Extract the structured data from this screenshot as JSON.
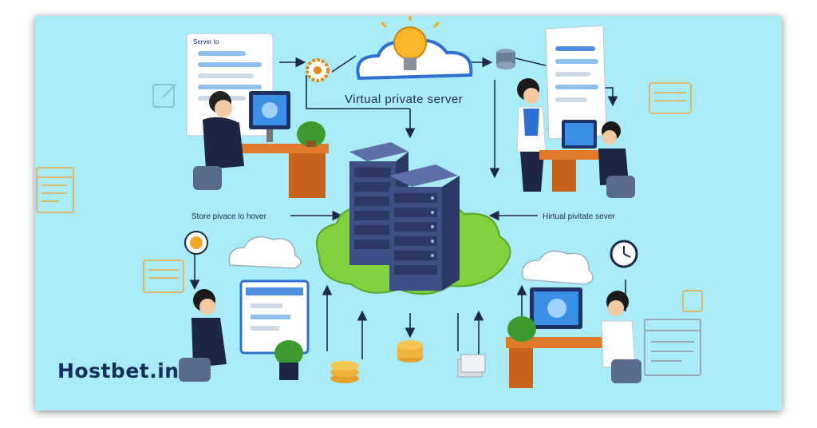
{
  "diagram": {
    "title": "Virtual  private server",
    "left_label": "Store pivace lo hover",
    "right_label": "Hirtual pivitate sever",
    "top_left_doc_header": "Server to",
    "brand": "Hostbet.in"
  },
  "colors": {
    "background": "#a9ecf7",
    "server": "#3f4f86",
    "cloud_island": "#7fd23e",
    "desk": "#e07a2a",
    "brand_text": "#16305e"
  },
  "icons": [
    "light-bulb-icon",
    "gear-icon",
    "database-icon",
    "clock-icon",
    "coin-stack-icon",
    "edit-icon",
    "blog-icon",
    "webpage-icon"
  ]
}
